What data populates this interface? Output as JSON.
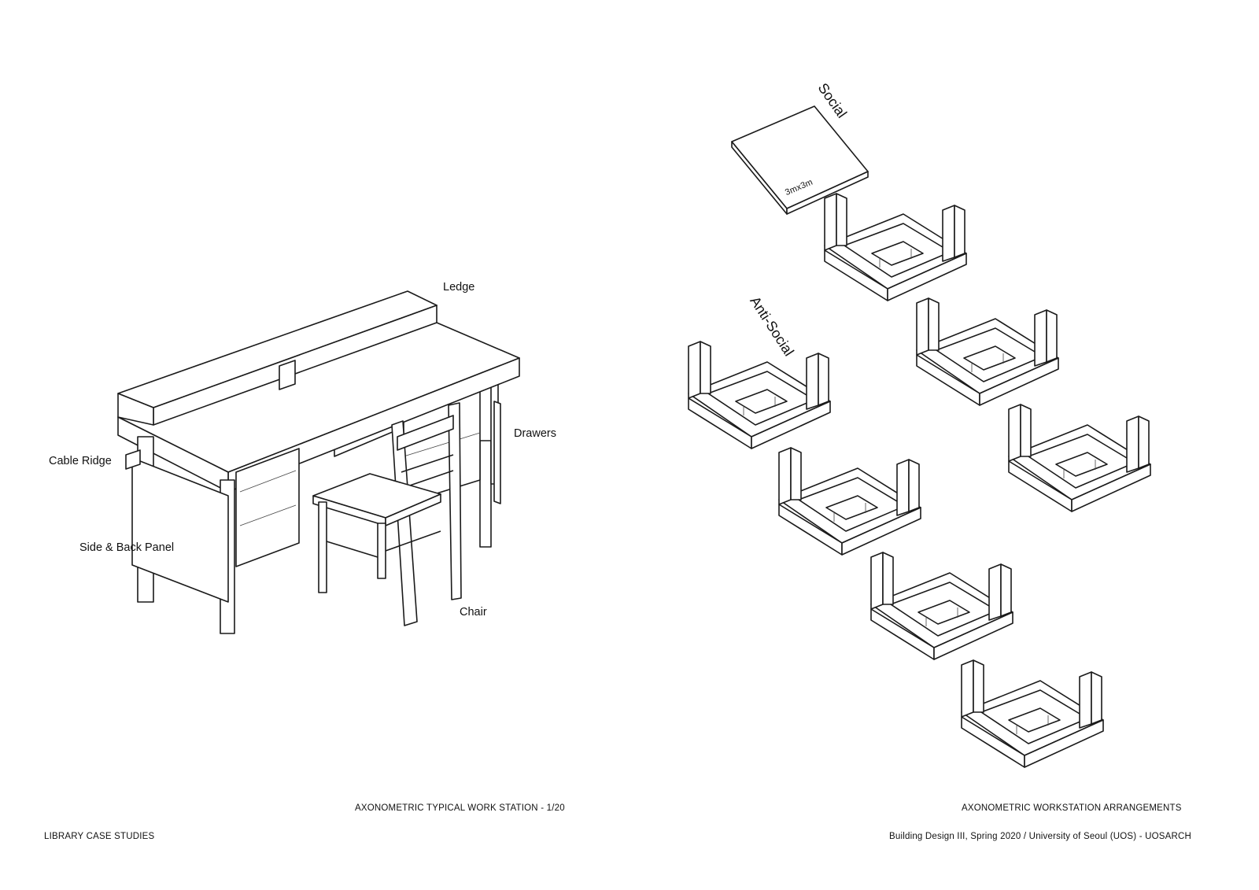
{
  "left_drawing": {
    "labels": {
      "ledge": "Ledge",
      "drawers": "Drawers",
      "cable_ridge": "Cable Ridge",
      "side_back_panel": "Side & Back Panel",
      "chair": "Chair"
    },
    "caption": "AXONOMETRIC TYPICAL WORK STATION - 1/20"
  },
  "right_drawing": {
    "social_label": "Social",
    "anti_social_label": "Anti-Social",
    "slab_dimension": "3mx3m",
    "caption": "AXONOMETRIC WORKSTATION ARRANGEMENTS"
  },
  "footer": {
    "left": "LIBRARY CASE STUDIES",
    "right": "Building Design III, Spring 2020 / University of Seoul (UOS) - UOSARCH"
  }
}
